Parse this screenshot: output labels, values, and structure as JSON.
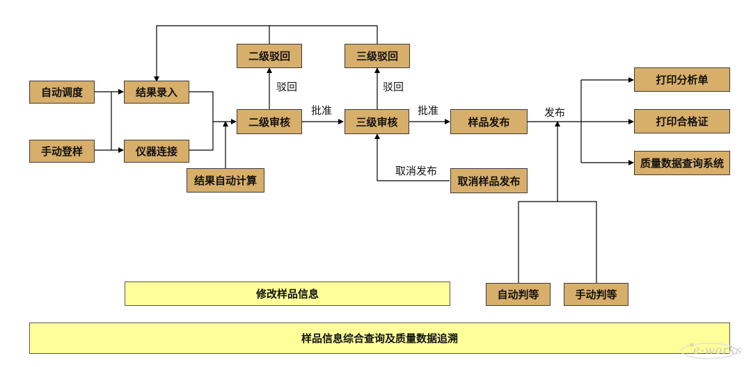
{
  "diagram": {
    "nodes": {
      "auto_schedule": "自动调度",
      "manual_register": "手动登样",
      "result_entry": "结果录入",
      "instrument_connect": "仪器连接",
      "auto_calc": "结果自动计算",
      "level2_reject": "二级驳回",
      "level2_review": "二级审核",
      "level3_reject": "三级驳回",
      "level3_review": "三级审核",
      "sample_publish": "样品发布",
      "cancel_publish": "取消样品发布",
      "print_analysis": "打印分析单",
      "print_certificate": "打印合格证",
      "quality_query": "质量数据查询系统",
      "auto_judge": "自动判等",
      "manual_judge": "手动判等"
    },
    "labels": {
      "reject_1": "驳回",
      "reject_2": "驳回",
      "approve_1": "批准",
      "approve_2": "批准",
      "publish": "发布",
      "cancel_publish": "取消发布"
    },
    "bars": {
      "modify_info": "修改样品信息",
      "comprehensive_query": "样品信息综合查询及质量数据追溯"
    },
    "watermark": "e-works",
    "colors": {
      "node_fill": "#D7AE6A",
      "bar_fill": "#FFFF99",
      "line": "#000000"
    }
  }
}
